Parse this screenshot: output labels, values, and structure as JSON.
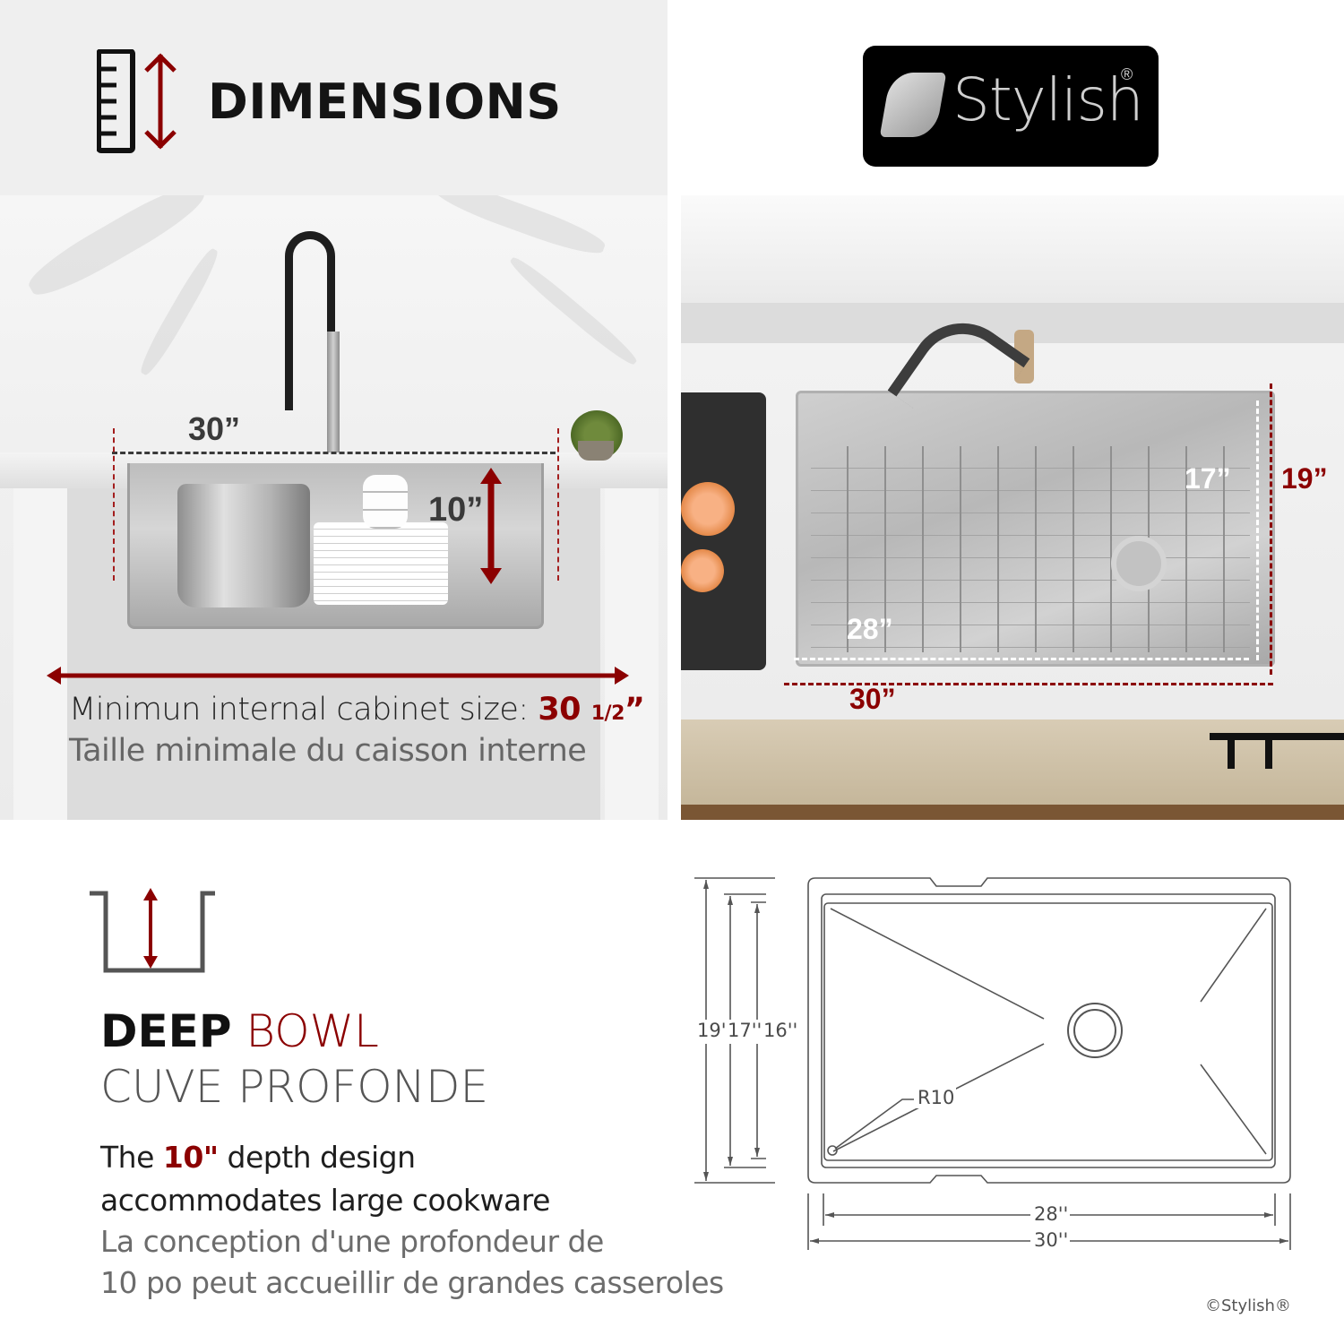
{
  "panels": {
    "dimensions": {
      "heading": "DIMENSIONS",
      "icon": "ruler-with-vertical-arrow-icon",
      "width_label": "30”",
      "depth_label": "10”",
      "min_cabinet": {
        "label_en": "Minimun internal cabinet size:",
        "value_whole": "30",
        "value_fraction": "1/2",
        "value_unit": "”",
        "label_fr": "Taille minimale du caisson interne"
      }
    },
    "brand": {
      "logo_text": "Stylish",
      "registered": "®",
      "icon": "stylish-s-logo-icon"
    },
    "top_view": {
      "inner_width": "28”",
      "outer_width": "30”",
      "inner_depth": "17”",
      "outer_depth": "19”"
    },
    "deep_bowl": {
      "icon": "bowl-depth-arrow-icon",
      "title_bold": "DEEP",
      "title_accent": "BOWL",
      "title_fr": "CUVE PROFONDE",
      "line1_prefix": "The",
      "line1_highlight": "10\"",
      "line1_suffix": "depth design",
      "line2": "accommodates large cookware",
      "line3": "La conception d'une profondeur de",
      "line4": "10 po peut accueillir de grandes casseroles"
    },
    "drawing": {
      "depth_labels": [
        "19''",
        "17''",
        "16''"
      ],
      "radius_label": "R10",
      "inner_width": "28''",
      "outer_width": "30''"
    },
    "footer": {
      "copyright": "©Stylish®"
    }
  },
  "colors": {
    "accent_red": "#8b0000",
    "text_dark": "#141414",
    "text_gray": "#666666",
    "panel_bg": "#efefef"
  }
}
